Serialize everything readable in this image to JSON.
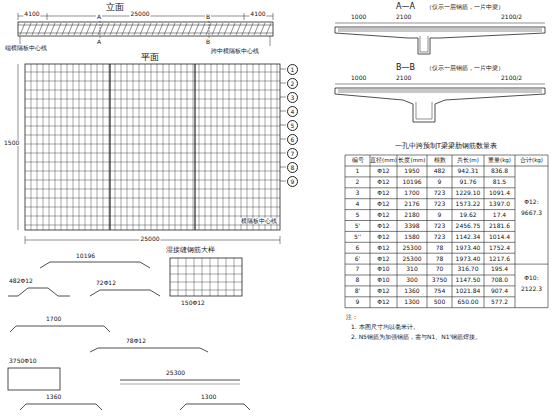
{
  "diagram": {
    "labels": [
      "立面",
      "25000",
      "4100",
      "4100",
      "A",
      "B",
      "A",
      "B",
      "端横隔板中心线",
      "跨中横隔板中心线",
      "平面",
      "25000",
      "1500",
      "横隔板中心线",
      "1",
      "2",
      "3",
      "4",
      "5",
      "6",
      "7",
      "8",
      "9",
      "A—A",
      "（仅示一层钢筋，一片中梁）",
      "1000",
      "2100",
      "2100/2",
      "B—B",
      "（仅示一层钢筋，一片中梁）",
      "1000",
      "2100",
      "2100/2",
      "一孔中跨预制T梁梁肋钢筋数量表",
      "湿接缝钢筋大样",
      "10196",
      "482Φ12",
      "72Φ12",
      "150Φ12",
      "1700",
      "25300",
      "78Φ12",
      "3750Φ10",
      "1360",
      "1300",
      "注：",
      "1. 本图尺寸均以毫米计。",
      "2. N5钢筋为加强钢筋，需与N1、N1'钢筋焊接。",
      "编号",
      "直径(mm)",
      "长度(mm)",
      "根数",
      "共长(m)",
      "重量(kg)",
      "合计(kg)",
      "1",
      "Φ12",
      "1950",
      "482",
      "942.31",
      "836.8",
      "2",
      "Φ12",
      "10196",
      "9",
      "91.76",
      "81.5",
      "3",
      "Φ12",
      "1700",
      "723",
      "1229.10",
      "1091.4",
      "4",
      "Φ12",
      "2176",
      "723",
      "1573.22",
      "1397.0",
      "5",
      "Φ12",
      "2180",
      "9",
      "19.62",
      "17.4",
      "5'",
      "Φ12",
      "3398",
      "723",
      "2456.75",
      "2181.6",
      "5''",
      "Φ12",
      "1580",
      "723",
      "1142.34",
      "1014.4",
      "6",
      "Φ12",
      "25300",
      "78",
      "1973.40",
      "1752.4",
      "6'",
      "Φ12",
      "25300",
      "78",
      "1973.40",
      "1217.6",
      "7",
      "Φ10",
      "310",
      "70",
      "316.70",
      "195.4",
      "8",
      "Φ10",
      "300",
      "3750",
      "1147.50",
      "708.0",
      "8'",
      "Φ12",
      "1360",
      "754",
      "1021.84",
      "907.4",
      "9",
      "Φ12",
      "1300",
      "500",
      "650.00",
      "577.2",
      "Φ12:",
      "9667.3",
      "Φ10:",
      "2122.3"
    ]
  }
}
